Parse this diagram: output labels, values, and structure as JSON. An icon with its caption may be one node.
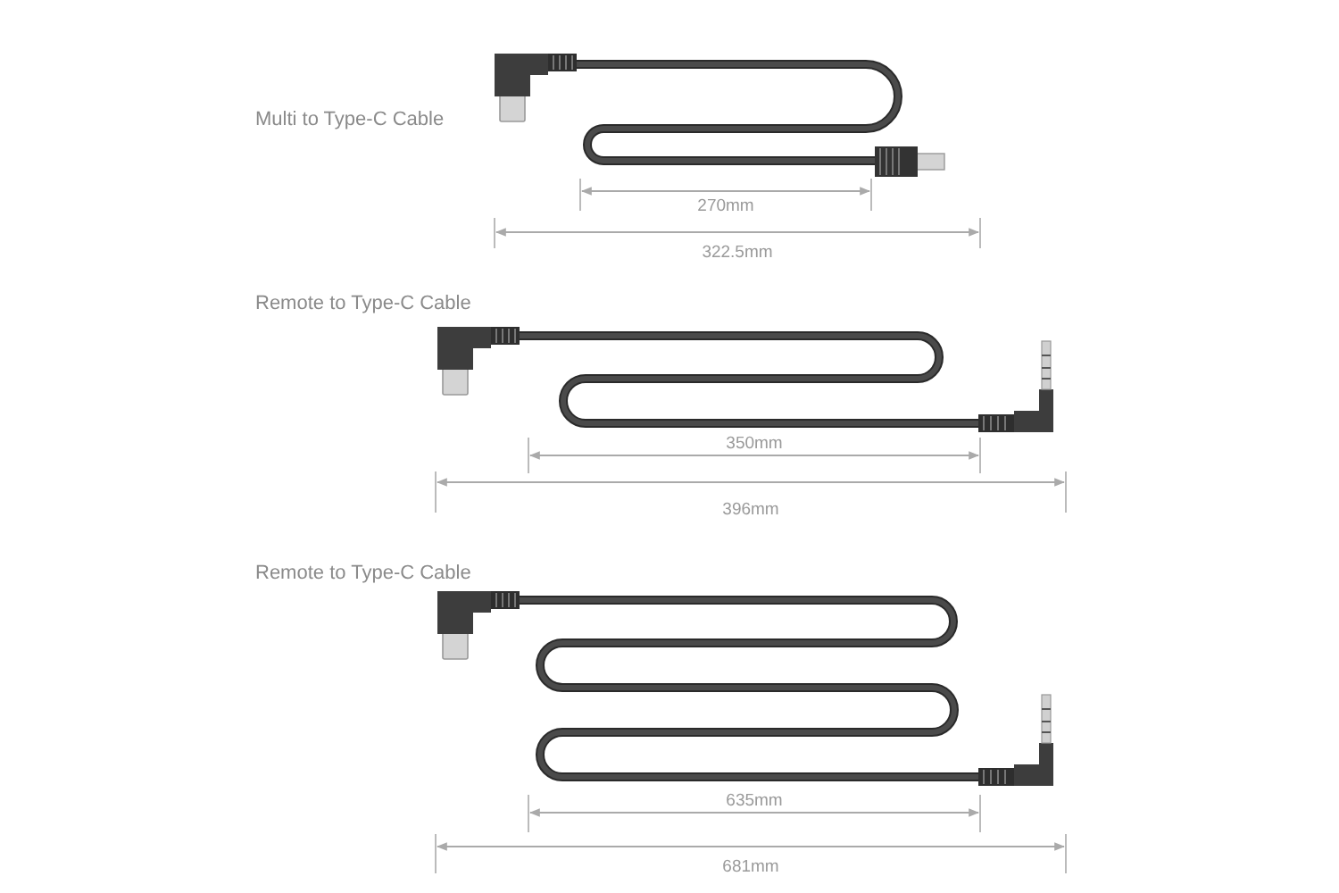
{
  "diagram": {
    "labels": [
      "Multi to Type-C Cable",
      "270mm",
      "322.5mm",
      "Remote to Type-C Cable",
      "350mm",
      "396mm",
      "Remote to Type-C Cable",
      "635mm",
      "681mm"
    ]
  }
}
